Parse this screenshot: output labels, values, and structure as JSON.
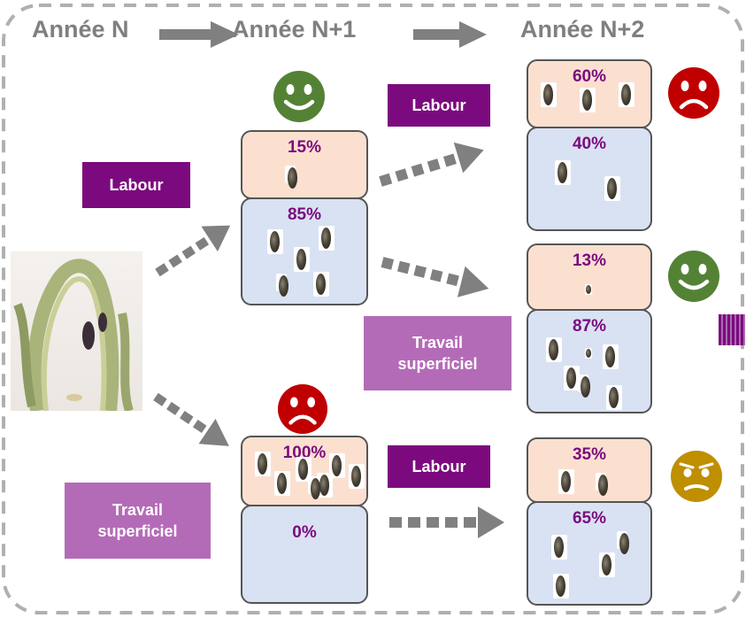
{
  "header": {
    "year_n": "Année N",
    "year_n1": "Année N+1",
    "year_n2": "Année N+2"
  },
  "practices": {
    "labour": "Labour",
    "travail_line1": "Travail",
    "travail_line2": "superficiel"
  },
  "boxes": {
    "n1_top": {
      "pct": "15%",
      "seeds": 1
    },
    "n1_top_bottom": {
      "pct": "85%",
      "seeds": 5
    },
    "n1_bot_top": {
      "pct": "100%",
      "seeds": 7
    },
    "n1_bot_bottom": {
      "pct": "0%",
      "seeds": 0
    },
    "n2_a_top": {
      "pct": "60%",
      "seeds": 3
    },
    "n2_a_bottom": {
      "pct": "40%",
      "seeds": 2
    },
    "n2_b_top": {
      "pct": "13%",
      "seeds": 1
    },
    "n2_b_bottom": {
      "pct": "87%",
      "seeds": 6
    },
    "n2_c_top": {
      "pct": "35%",
      "seeds": 2
    },
    "n2_c_bottom": {
      "pct": "65%",
      "seeds": 4
    }
  },
  "colors": {
    "accent_dark": "#7b0a7e",
    "accent_light": "#b46bb7",
    "box_top": "#fbe0d0",
    "box_bottom": "#d9e2f3",
    "happy": "#548235",
    "sad": "#c00000",
    "neutral": "#bf8f00",
    "arrow": "#808080"
  },
  "icons": {
    "happy": "happy-face-icon",
    "sad": "sad-face-icon",
    "neutral": "worried-face-icon"
  }
}
